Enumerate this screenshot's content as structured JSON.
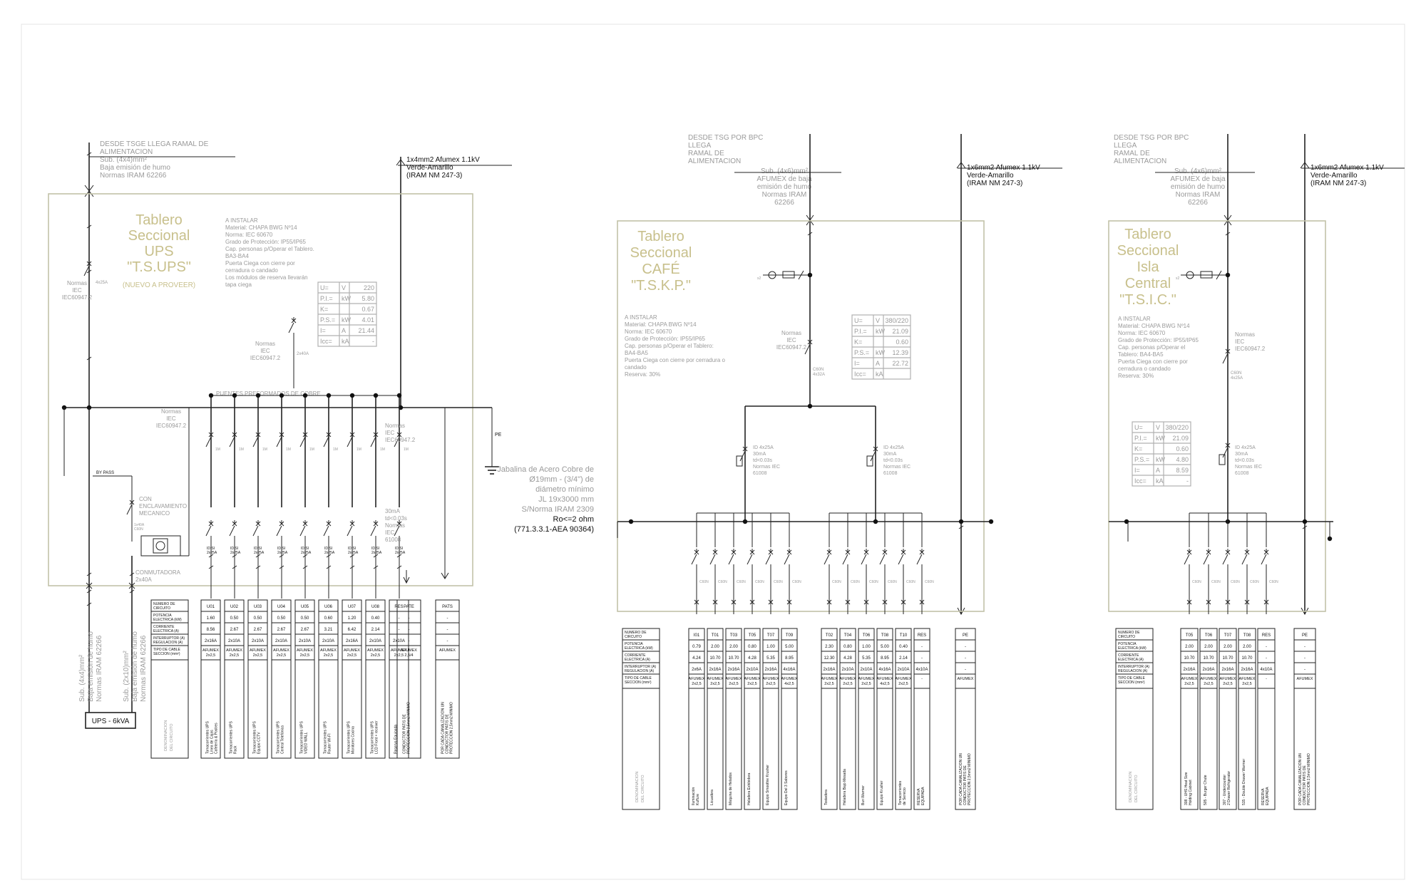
{
  "colors": {
    "line": "#222222",
    "grey_text": "#9a9a9a",
    "title_text": "#c8c08c",
    "frame": "#c2c2a8"
  },
  "row_labels": {
    "circuit": [
      "NUMERO DE",
      "CIRCUITO"
    ],
    "power": [
      "POTENCIA",
      "ELECTRICA (kW)"
    ],
    "current": [
      "CORRIENTE",
      "ELECTRICA (A)"
    ],
    "breaker": [
      "INTERRUPTOR (A)",
      "REGULACION (A)"
    ],
    "cable": [
      "TIPO DE CABLE",
      "SECCION (mm²)"
    ],
    "denom": [
      "DENOMINACION",
      "DEL CIRCUITO"
    ]
  },
  "ground_note": {
    "lines": [
      "Jabalina de Acero Cobre de",
      "Ø19mm - (3/4\") de",
      "diámetro mínimo",
      "JL 19x3000 mm",
      "S/Norma IRAM 2309"
    ],
    "ro": "Ro<=2 ohm",
    "ref": "(771.3.3.1-AEA 90364)",
    "pe": "PE"
  },
  "panels": [
    {
      "id": "ups",
      "supply": [
        "DESDE TSGE LLEGA RAMAL DE",
        "ALIMENTACION",
        "Sub. (4x4)mm²",
        "Baja emisión de humo",
        "Normas IRAM 62266"
      ],
      "pe_cable": [
        "1x4mm2 Afumex 1.1kV",
        "Verde-Amarillo",
        "(IRAM NM 247-3)"
      ],
      "title": [
        "Tablero",
        "Seccional",
        "UPS",
        "\"T.S.UPS\""
      ],
      "subtitle": "(NUEVO A PROVEER)",
      "install": [
        "A INSTALAR",
        "Material: CHAPA BWG Nº14",
        "Norma: IEC 60670",
        "Grado de Protección: IP55/IP65",
        "Cap. personas p/Operar el Tablero.",
        "BA3-BA4",
        "Puerta Ciega con cierre por",
        "cerradura o candado",
        "Los módulos de reserva llevarán",
        "tapa ciega"
      ],
      "busbar": "PUENTES PREFORMADOS DE COBRE",
      "norms": [
        "Normas",
        "IEC",
        "IEC60947.2"
      ],
      "main_breaker": "4x25A",
      "bypass": "BY PASS",
      "interlock": [
        "CON",
        "ENCLAVAMIENTO",
        "MECANICO"
      ],
      "switch": [
        "CONMUTADORA",
        "2x40A"
      ],
      "bypass_breaker": [
        "1x40A",
        "C60N"
      ],
      "diff": [
        "30mA",
        "td<0.03s",
        "Normas",
        "IEC",
        "61008"
      ],
      "ups_label": "UPS - 6kVA",
      "feed_cables": [
        [
          "Sub. (4x4)mm²",
          "Baja emisión de humo",
          "Normas IRAM 62266"
        ],
        [
          "Sub. (2x10)mm²",
          "Baja emisión de humo",
          "Normas IRAM 62266"
        ]
      ],
      "params": [
        [
          "U=",
          "V",
          "220"
        ],
        [
          "P.I.=",
          "kW",
          "5.80"
        ],
        [
          "K=",
          "",
          "0.67"
        ],
        [
          "P.S.=",
          "kW",
          "4.01"
        ],
        [
          "I=",
          "A",
          "21.44"
        ],
        [
          "Icc=",
          "kA",
          "-"
        ]
      ],
      "circuits": [
        {
          "id": "U01",
          "p": "1.60",
          "i": "8.56",
          "brk": "2x16A",
          "cab": [
            "AFUMEX",
            "2x2,5"
          ],
          "name": [
            "Tomacorrientes UPS",
            "Línea de Cajas",
            "Cafetería & Postres"
          ]
        },
        {
          "id": "U02",
          "p": "0.50",
          "i": "2.67",
          "brk": "2x10A",
          "cab": [
            "AFUMEX",
            "2x2,5"
          ],
          "name": [
            "Tomacorrientes UPS",
            "Rack"
          ]
        },
        {
          "id": "U03",
          "p": "0.50",
          "i": "2.67",
          "brk": "2x10A",
          "cab": [
            "AFUMEX",
            "2x2,5"
          ],
          "name": [
            "Tomacorrientes UPS",
            "Equipo CCTV"
          ]
        },
        {
          "id": "U04",
          "p": "0.50",
          "i": "2.67",
          "brk": "2x10A",
          "cab": [
            "AFUMEX",
            "2x2,5"
          ],
          "name": [
            "Tomacorrientes UPS",
            "Central Telefónica"
          ]
        },
        {
          "id": "U05",
          "p": "0.50",
          "i": "2.67",
          "brk": "2x10A",
          "cab": [
            "AFUMEX",
            "2x2,5"
          ],
          "name": [
            "Tomacorrientes UPS",
            "VIDEO WALL"
          ]
        },
        {
          "id": "U06",
          "p": "0.60",
          "i": "3.21",
          "brk": "2x10A",
          "cab": [
            "AFUMEX",
            "2x2,5"
          ],
          "name": [
            "Tomacorrientes UPS",
            "Router WI-FI"
          ]
        },
        {
          "id": "U07",
          "p": "1.20",
          "i": "6.42",
          "brk": "2x16A",
          "cab": [
            "AFUMEX",
            "2x2,5"
          ],
          "name": [
            "Tomacorrientes UPS",
            "Monitores Cocina"
          ]
        },
        {
          "id": "U08",
          "p": "0.40",
          "i": "2.14",
          "brk": "2x10A",
          "cab": [
            "AFUMEX",
            "2x2,5"
          ],
          "name": [
            "Tomacorrientes UPS",
            "LCD Front + receiver"
          ]
        },
        {
          "id": "RES",
          "p": "-",
          "i": "-",
          "brk": "2x10A",
          "cab": [
            "AFUMEX",
            "2x2,5"
          ],
          "name": [
            "Reserva Equipada"
          ]
        }
      ],
      "extra_cols": [
        {
          "id": "PATE",
          "cab": [
            "AFUMEX",
            "2,5/4"
          ],
          "name": [
            "CONDUCTOR PAT/S DE",
            "PROTECCION 2,5mm2 MINIMO"
          ]
        },
        {
          "id": "PATS",
          "cab": [
            "AFUMEX"
          ],
          "name": [
            "POR CADA CANALIZACION UN",
            "CONDUCTOR PAT/S DE",
            "PROTECCION 2,5mm2 MINIMO"
          ]
        }
      ]
    },
    {
      "id": "tskp",
      "supply": [
        "DESDE TSG POR BPC",
        "LLEGA",
        "RAMAL DE",
        "ALIMENTACION",
        "Sub. (4x6)mm²",
        "AFUMEX de baja",
        "emisión de humo",
        "Normas IRAM",
        "62266"
      ],
      "pe_cable": [
        "1x6mm2 Afumex 1.1kV",
        "Verde-Amarillo",
        "(IRAM NM 247-3)"
      ],
      "title": [
        "Tablero",
        "Seccional",
        "CAFÉ",
        "\"T.S.K.P.\""
      ],
      "install": [
        "A INSTALAR",
        "Material: CHAPA BWG Nº14",
        "Norma: IEC 60670",
        "Grado de Protección: IP55/IP65",
        "Cap. personas p/Operar el Tablero:",
        "BA4-BA5",
        "Puerta Ciega con cierre por cerradura o",
        "candado",
        "Reserva: 30%"
      ],
      "norms": [
        "Normas",
        "IEC",
        "IEC60947.2"
      ],
      "main_breaker": [
        "C60N",
        "4x32A"
      ],
      "diff": [
        "ID 4x25A",
        "30mA",
        "td<0.03s",
        "Normas IEC",
        "61008"
      ],
      "params": [
        [
          "U=",
          "V",
          "380/220"
        ],
        [
          "P.I.=",
          "kW",
          "21.09"
        ],
        [
          "K=",
          "",
          "0.60"
        ],
        [
          "P.S.=",
          "kW",
          "12.39"
        ],
        [
          "I=",
          "A",
          "22.72"
        ],
        [
          "Icc=",
          "kA",
          ""
        ]
      ],
      "circuits": [
        {
          "id": "I01",
          "p": "0.79",
          "i": "4.24",
          "brk": "2x6A",
          "cab": [
            "AFUMEX",
            "2x2,5"
          ],
          "name": [
            "Iluminación",
            "Kuffure"
          ]
        },
        {
          "id": "T01",
          "p": "2.00",
          "i": "10.70",
          "brk": "2x16A",
          "cab": [
            "AFUMEX",
            "2x2,5"
          ],
          "name": [
            "Licuadora"
          ]
        },
        {
          "id": "T03",
          "p": "2.00",
          "i": "10.70",
          "brk": "2x16A",
          "cab": [
            "AFUMEX",
            "2x2,5"
          ],
          "name": [
            "Máquina de Helados"
          ]
        },
        {
          "id": "T05",
          "p": "0.80",
          "i": "4.28",
          "brk": "2x10A",
          "cab": [
            "AFUMEX",
            "2x2,5"
          ],
          "name": [
            "Heladera Exhibidora"
          ]
        },
        {
          "id": "T07",
          "p": "1.00",
          "i": "5.35",
          "brk": "2x16A",
          "cab": [
            "AFUMEX",
            "2x2,5"
          ],
          "name": [
            "Equipo Smoothie Krusher"
          ]
        },
        {
          "id": "T09",
          "p": "5.00",
          "i": "8.95",
          "brk": "4x16A",
          "cab": [
            "AFUMEX",
            "4x2,5"
          ],
          "name": [
            "Equipo Del 3 Sabores"
          ]
        },
        {
          "id": "T02",
          "p": "2.30",
          "i": "12.30",
          "brk": "2x16A",
          "cab": [
            "AFUMEX",
            "2x2,5"
          ],
          "name": [
            "Tostadora"
          ]
        },
        {
          "id": "T04",
          "p": "0.80",
          "i": "4.28",
          "brk": "2x10A",
          "cab": [
            "AFUMEX",
            "2x2,5"
          ],
          "name": [
            "Heladera Bajo Mesada"
          ]
        },
        {
          "id": "T06",
          "p": "1.00",
          "i": "5.35",
          "brk": "2x10A",
          "cab": [
            "AFUMEX",
            "2x2,5"
          ],
          "name": [
            "Bun Warmer"
          ]
        },
        {
          "id": "T08",
          "p": "5.00",
          "i": "8.95",
          "brk": "4x16A",
          "cab": [
            "AFUMEX",
            "4x2,5"
          ],
          "name": [
            "Equipo Krusher"
          ]
        },
        {
          "id": "T10",
          "p": "0.40",
          "i": "2.14",
          "brk": "2x10A",
          "cab": [
            "AFUMEX",
            "2x2,5"
          ],
          "name": [
            "Tomacorrientes",
            "de Servicio"
          ]
        },
        {
          "id": "RES",
          "p": "-",
          "i": "-",
          "brk": "4x10A",
          "cab": [
            "-"
          ],
          "name": [
            "RESERVA",
            "EQUIPADA"
          ]
        }
      ],
      "extra_cols": [
        {
          "id": "PE",
          "cab": [
            "AFUMEX"
          ],
          "name": [
            "POR CADA CANALIZACION UN",
            "CONDUCTOR PAT/S DE",
            "PROTECCION 2,5mm2 MINIMO"
          ]
        }
      ]
    },
    {
      "id": "tsic",
      "supply": [
        "DESDE TSG POR BPC",
        "LLEGA",
        "RAMAL DE",
        "ALIMENTACION",
        "Sub. (4x6)mm²",
        "AFUMEX de baja",
        "emisión de humo",
        "Normas IRAM",
        "62266"
      ],
      "pe_cable": [
        "1x6mm2 Afumex 1.1kV",
        "Verde-Amarillo",
        "(IRAM NM 247-3)"
      ],
      "title": [
        "Tablero",
        "Seccional",
        "Isla",
        "Central",
        "\"T.S.I.C.\""
      ],
      "install": [
        "A INSTALAR",
        "Material: CHAPA BWG Nº14",
        "Norma: IEC 60670",
        "Grado de Protección: IP55/IP65",
        "Cap. personas p/Operar el",
        "Tablero: BA4-BA5",
        "Puerta Ciega con cierre por",
        "cerradura o candado",
        "Reserva: 30%"
      ],
      "norms": [
        "Normas",
        "IEC",
        "IEC60947.2"
      ],
      "main_breaker": [
        "C60N",
        "4x25A"
      ],
      "diff": [
        "ID 4x25A",
        "30mA",
        "td<0.03s",
        "Normas IEC",
        "61008"
      ],
      "params": [
        [
          "U=",
          "V",
          "380/220"
        ],
        [
          "P.I.=",
          "kW",
          "21.09"
        ],
        [
          "K=",
          "",
          "0.60"
        ],
        [
          "P.S.=",
          "kW",
          "4.80"
        ],
        [
          "I=",
          "A",
          "8.59"
        ],
        [
          "Icc=",
          "kA",
          "-"
        ]
      ],
      "circuits": [
        {
          "id": "T05",
          "p": "2.00",
          "i": "10.70",
          "brk": "2x16A",
          "cab": [
            "AFUMEX",
            "2x2,5"
          ],
          "name": [
            "308 - UHS Heat Size",
            "Holding Cabinet"
          ]
        },
        {
          "id": "T06",
          "p": "2.00",
          "i": "10.70",
          "brk": "2x16A",
          "cab": [
            "AFUMEX",
            "2x2,5"
          ],
          "name": [
            "505 - Burger Chute"
          ]
        },
        {
          "id": "T07",
          "p": "2.00",
          "i": "10.70",
          "brk": "2x16A",
          "cab": [
            "AFUMEX",
            "2x2,5"
          ],
          "name": [
            "307 - Undercounter",
            "2 Drawer Refrigerator"
          ]
        },
        {
          "id": "T08",
          "p": "2.00",
          "i": "10.70",
          "brk": "2x16A",
          "cab": [
            "AFUMEX",
            "2x2,5"
          ],
          "name": [
            "515 - Double Drawer Warmer"
          ]
        },
        {
          "id": "RES",
          "p": "-",
          "i": "-",
          "brk": "4x10A",
          "cab": [
            "-"
          ],
          "name": [
            "RESERVA",
            "EQUIPADA"
          ]
        }
      ],
      "extra_cols": [
        {
          "id": "PE",
          "cab": [
            "AFUMEX"
          ],
          "name": [
            "POR CADA CANALIZACION UN",
            "CONDUCTOR PAT/S DE",
            "PROTECCION 2,5mm2 MINIMO"
          ]
        }
      ]
    }
  ]
}
